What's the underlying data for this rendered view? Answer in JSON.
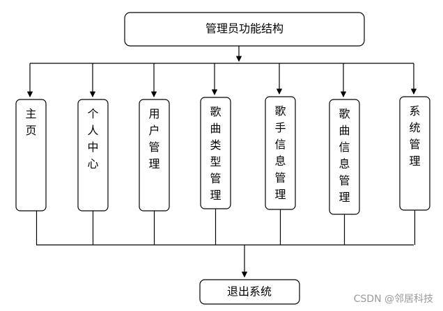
{
  "diagram": {
    "root": "管理员功能结构",
    "modules": [
      "主页",
      "个人中心",
      "用户管理",
      "歌曲类型管理",
      "歌手信息管理",
      "歌曲信息管理",
      "系统管理"
    ],
    "exit": "退出系统"
  },
  "watermark": "CSDN @邻居科技"
}
